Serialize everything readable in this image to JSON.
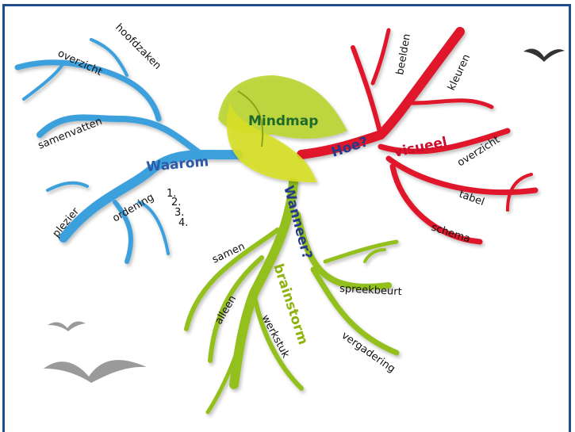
{
  "center": "Mindmap",
  "branches": {
    "waarom": {
      "label": "Waarom",
      "sub": [
        "overzicht",
        "hoofdzaken",
        "samenvatten",
        "plezier",
        "ordening"
      ],
      "list": [
        "1.",
        "2.",
        "3.",
        "4."
      ]
    },
    "hoe": {
      "label": "Hoe?",
      "keyword": "visueel",
      "sub": [
        "beelden",
        "kleuren",
        "overzicht",
        "tabel",
        "schema"
      ]
    },
    "wanneer": {
      "label": "Wanneer?",
      "keyword": "brainstorm",
      "sub": [
        "samen",
        "alleen",
        "werkstuk",
        "spreekbeurt",
        "vergadering"
      ]
    }
  },
  "colors": {
    "frame": "#1f4e8c",
    "blue_branch": "#3aa0dc",
    "red_branch": "#e0142c",
    "green_branch": "#93c01f",
    "leaf": "#b9d531",
    "birds_dark": "#333333",
    "birds_grey": "#9a9a9a"
  },
  "icons": [
    "bird-icon",
    "bird-icon",
    "bird-icon",
    "leaf-icon"
  ]
}
